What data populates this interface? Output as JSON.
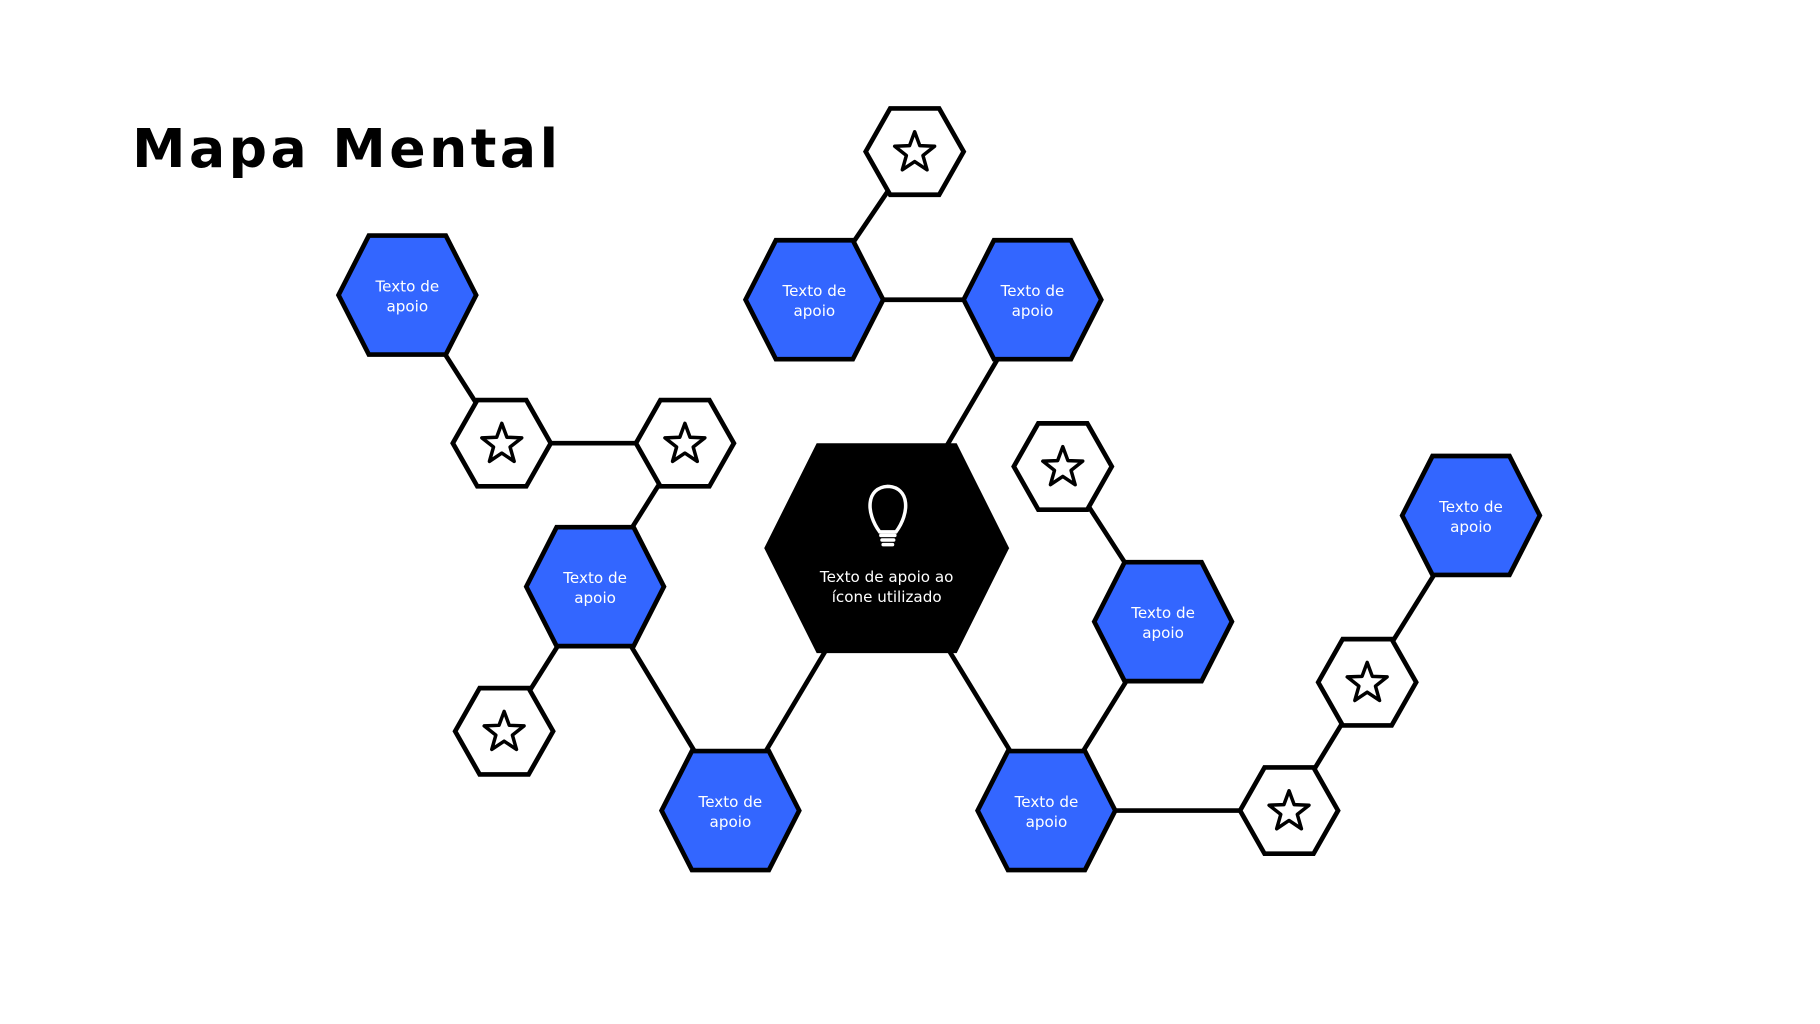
{
  "title": "Mapa Mental",
  "colors": {
    "node_fill": "#3366ff",
    "center_fill": "#000000",
    "outline": "#000000"
  },
  "center": {
    "icon": "lightbulb-icon",
    "line1": "Texto de apoio ao",
    "line2": "ícone utilizado"
  },
  "nodes": [
    {
      "line1": "Texto de",
      "line2": "apoio"
    },
    {
      "line1": "Texto de",
      "line2": "apoio"
    },
    {
      "line1": "Texto de",
      "line2": "apoio"
    },
    {
      "line1": "Texto de",
      "line2": "apoio"
    },
    {
      "line1": "Texto de",
      "line2": "apoio"
    },
    {
      "line1": "Texto de",
      "line2": "apoio"
    },
    {
      "line1": "Texto de",
      "line2": "apoio"
    },
    {
      "line1": "Texto de",
      "line2": "apoio"
    }
  ],
  "star_nodes": [
    {
      "icon": "star-icon"
    },
    {
      "icon": "star-icon"
    },
    {
      "icon": "star-icon"
    },
    {
      "icon": "star-icon"
    },
    {
      "icon": "star-icon"
    },
    {
      "icon": "star-icon"
    },
    {
      "icon": "star-icon"
    }
  ]
}
